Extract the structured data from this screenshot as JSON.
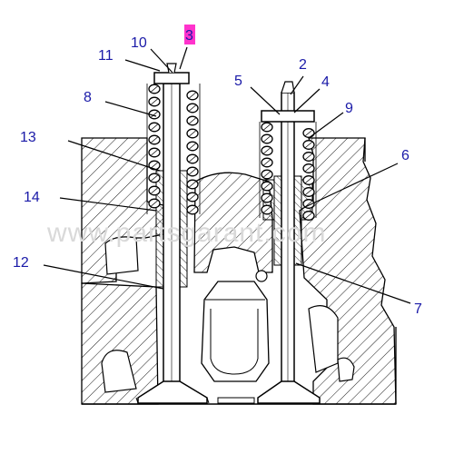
{
  "labels": {
    "l1": "10",
    "l2": "11",
    "l3": "3",
    "l4": "2",
    "l5": "5",
    "l6": "4",
    "l7": "9",
    "l8": "8",
    "l9": "13",
    "l10": "6",
    "l11": "14",
    "l12": "12",
    "l13": "7"
  },
  "watermark": "www.partsgarant.com",
  "colors": {
    "label": "#1a1aa8",
    "highlight": "#ff33cc",
    "hatch": "#000000",
    "watermark": "#d9d9d9"
  }
}
